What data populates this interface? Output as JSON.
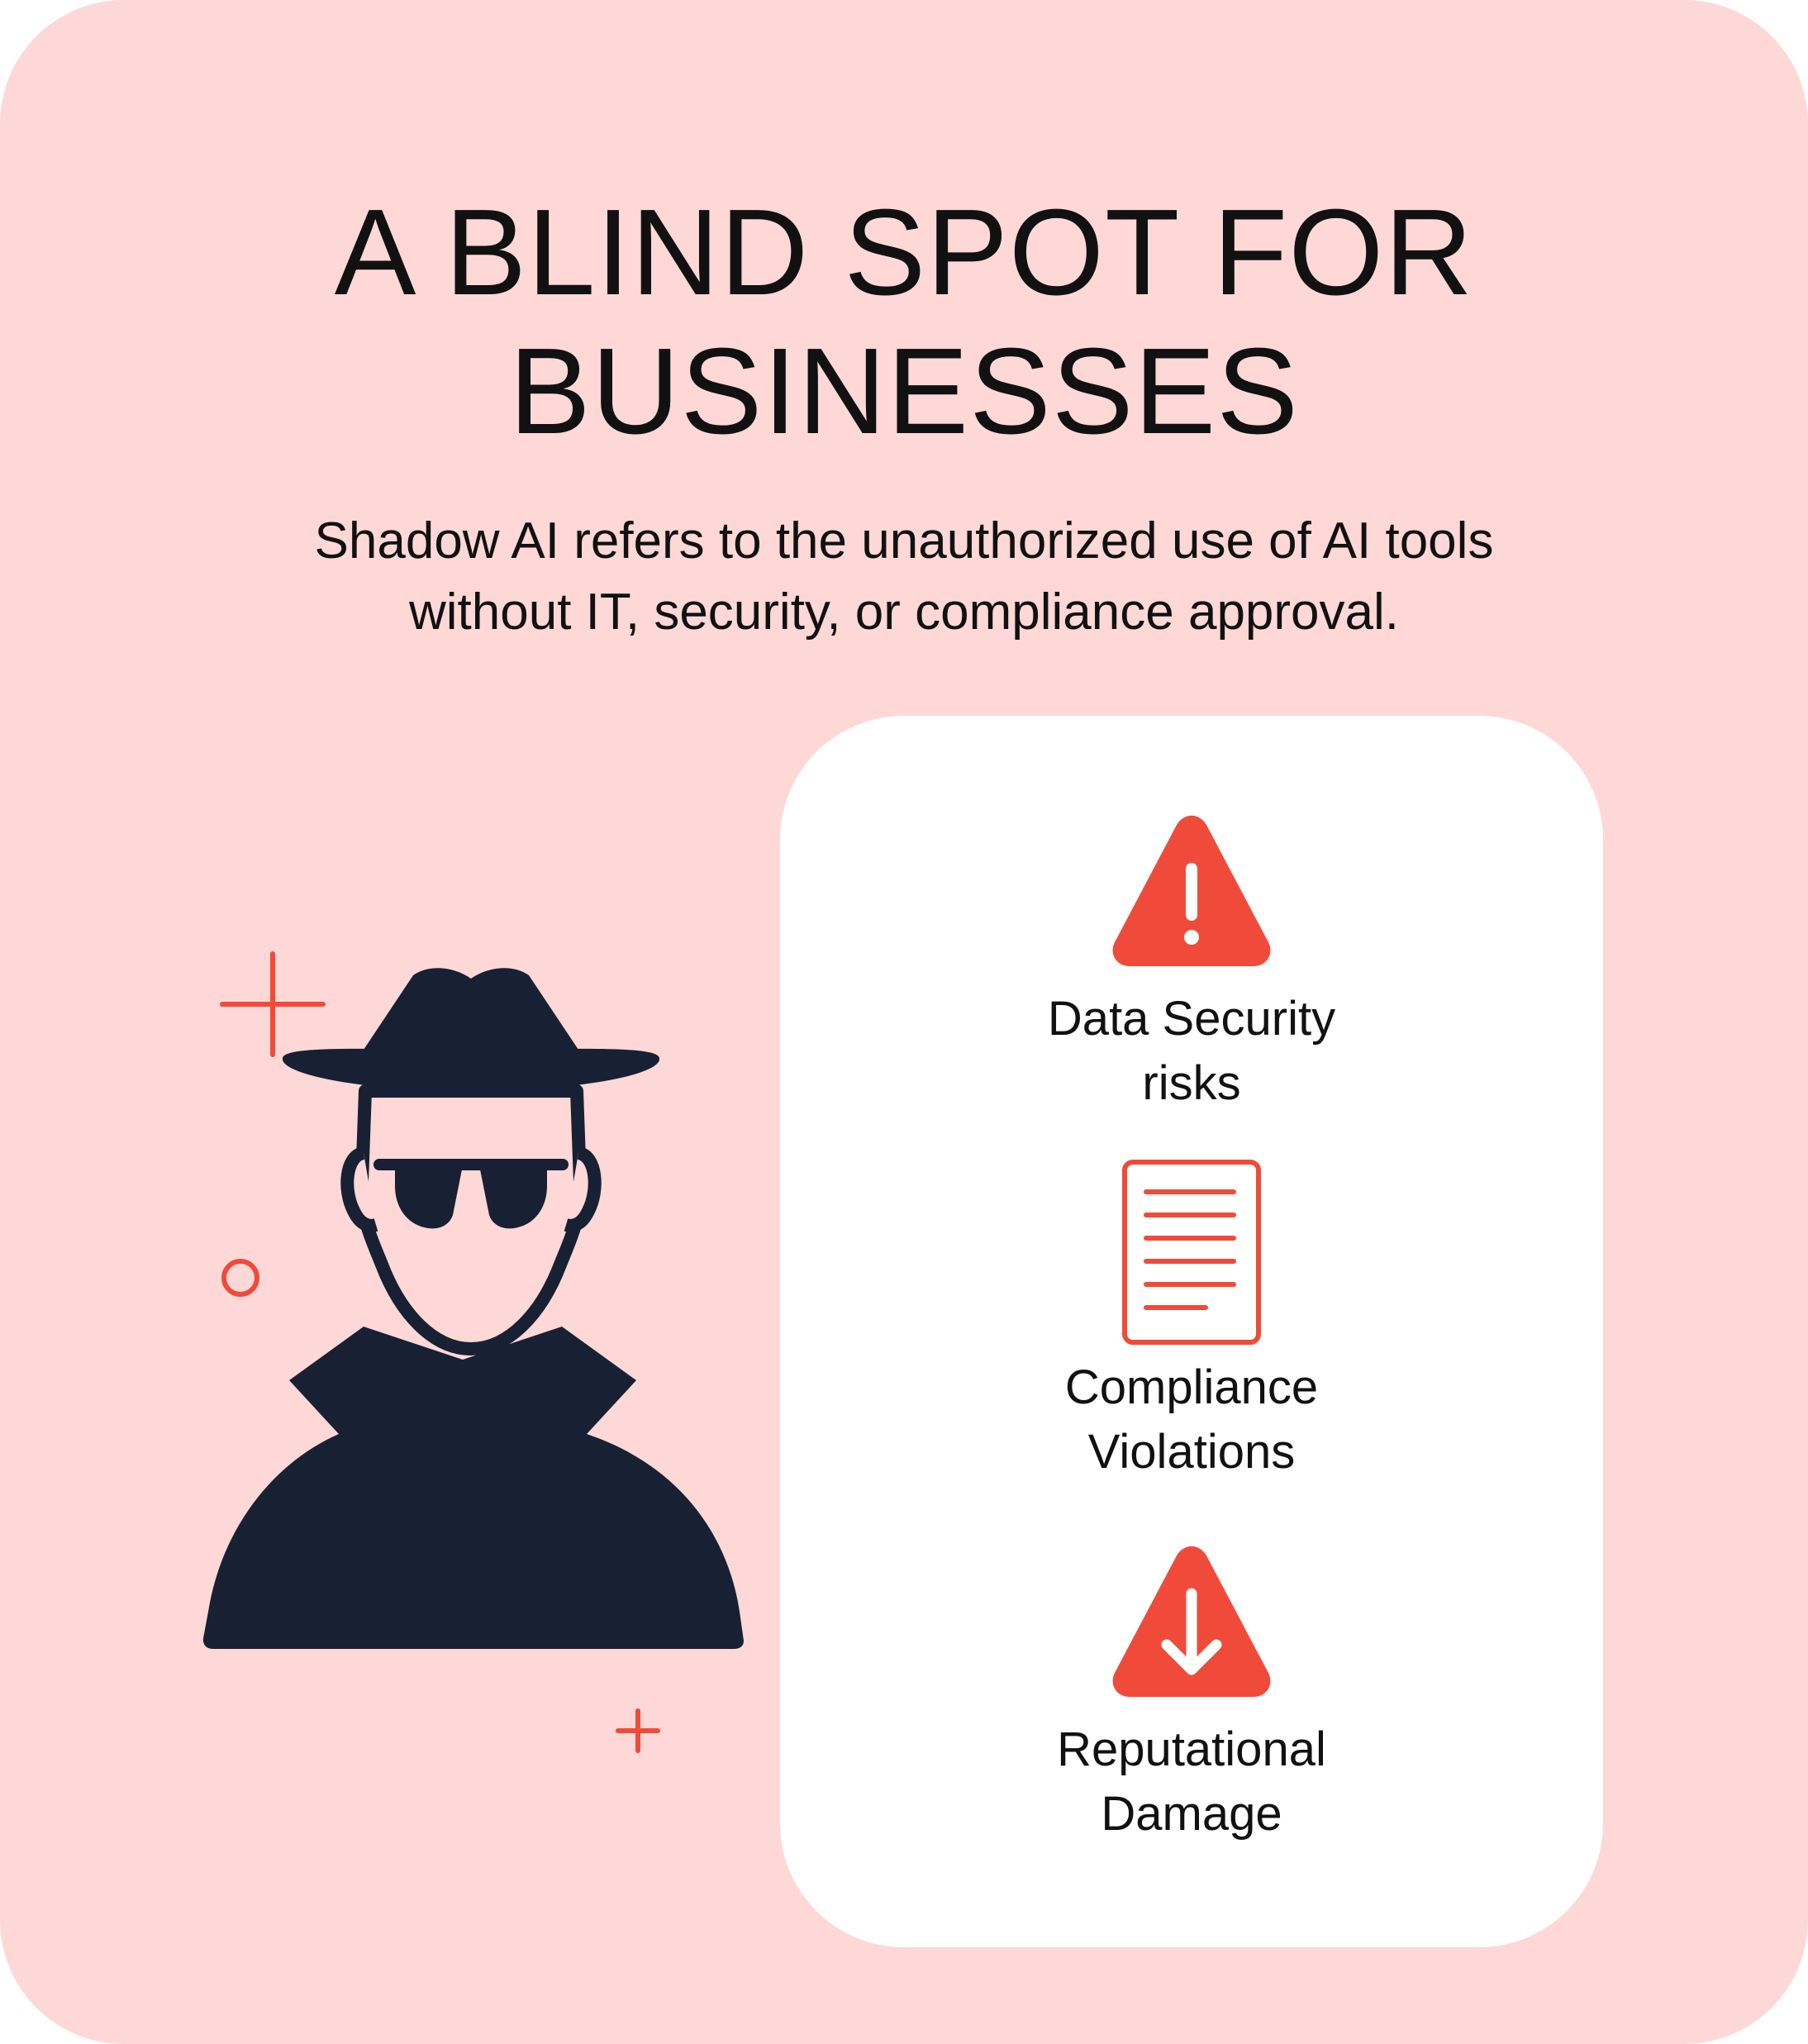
{
  "title": "A BLIND SPOT FOR\nBUSINESSES",
  "subtitle": "Shadow AI refers to the unauthorized use of AI tools\nwithout IT, security, or compliance approval.",
  "colors": {
    "background": "#fdd8d6",
    "panel": "#ffffff",
    "accent": "#f04b3a",
    "figure": "#182033",
    "text": "#111111"
  },
  "risks": [
    {
      "icon": "warning-triangle-icon",
      "label": "Data Security\nrisks"
    },
    {
      "icon": "document-icon",
      "label": "Compliance\nViolations"
    },
    {
      "icon": "down-arrow-triangle-icon",
      "label": "Reputational\nDamage"
    }
  ]
}
